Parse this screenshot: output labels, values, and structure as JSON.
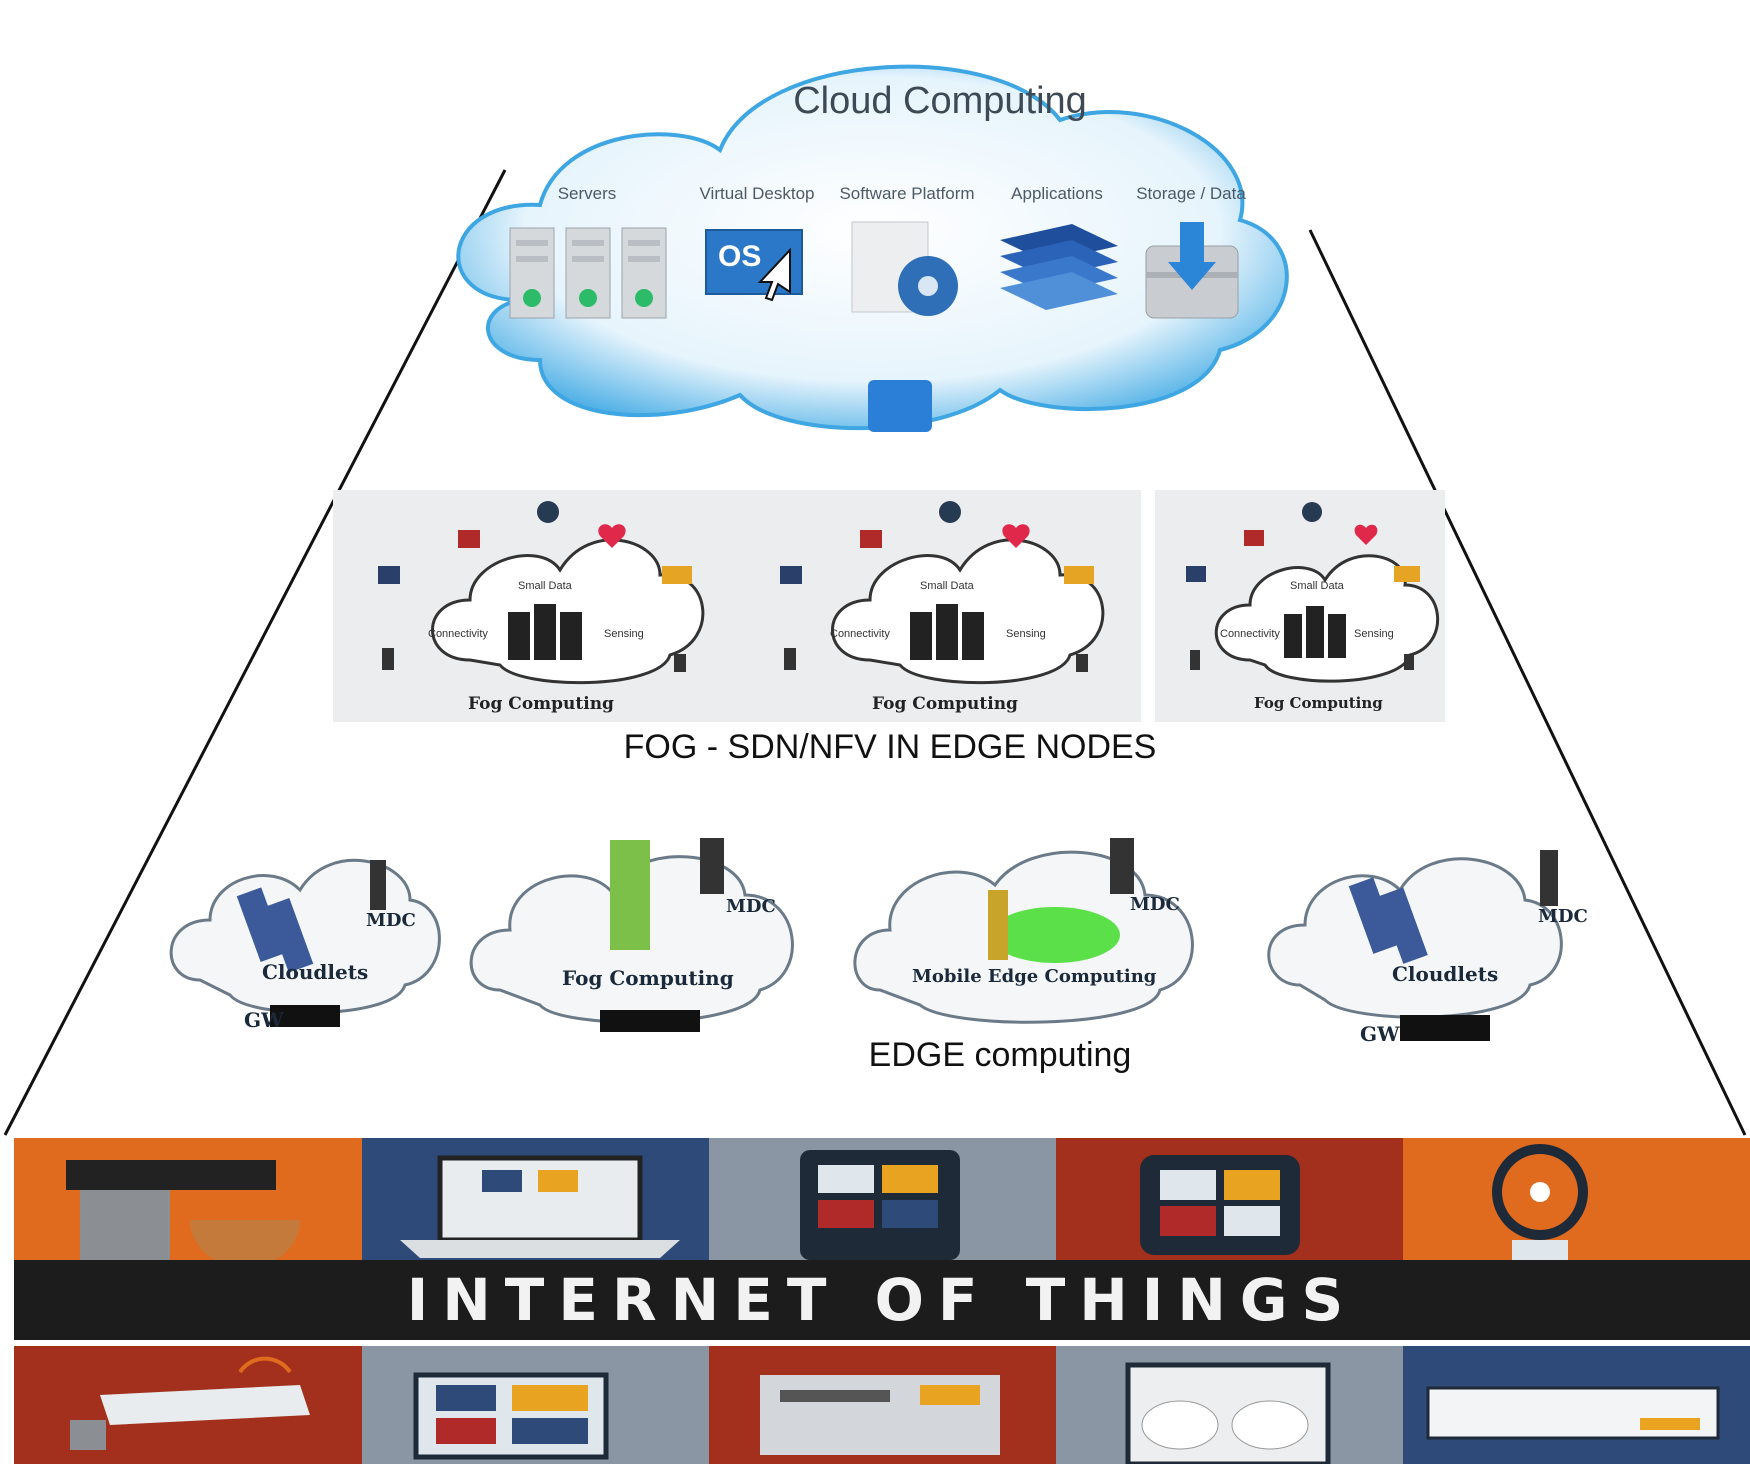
{
  "cloud": {
    "title": "Cloud Computing",
    "services": [
      {
        "label": "Servers",
        "icon": "server-rack-icon"
      },
      {
        "label": "Virtual Desktop",
        "icon": "os-desktop-icon",
        "badge": "OS"
      },
      {
        "label": "Software Platform",
        "icon": "software-disc-icon"
      },
      {
        "label": "Applications",
        "icon": "app-layers-icon"
      },
      {
        "label": "Storage / Data",
        "icon": "storage-database-icon"
      }
    ]
  },
  "fog": {
    "caption": "FOG - SDN/NFV IN EDGE NODES",
    "panels": [
      {
        "title": "Fog Computing",
        "cloud_text": "Small Data",
        "left_text": "Connectivity",
        "right_text": "Sensing"
      },
      {
        "title": "Fog Computing",
        "cloud_text": "Small Data",
        "left_text": "Connectivity",
        "right_text": "Sensing"
      },
      {
        "title": "Fog Computing",
        "cloud_text": "Small Data",
        "left_text": "Connectivity",
        "right_text": "Sensing"
      }
    ]
  },
  "edge": {
    "caption": "EDGE computing",
    "clouds": [
      {
        "title": "Cloudlets",
        "mdc": "MDC",
        "gw": "GW"
      },
      {
        "title": "Fog Computing",
        "mdc": "MDC",
        "gw": ""
      },
      {
        "title": "Mobile Edge Computing",
        "mdc": "MDC",
        "gw": ""
      },
      {
        "title": "Cloudlets",
        "mdc": "MDC",
        "gw": "GW"
      }
    ]
  },
  "iot": {
    "title": "INTERNET OF THINGS",
    "colors": {
      "orange": "#e06b1f",
      "navy": "#2e4a78",
      "gray": "#8a96a3",
      "darkred": "#a3301c",
      "band": "#1c1c1c"
    }
  }
}
